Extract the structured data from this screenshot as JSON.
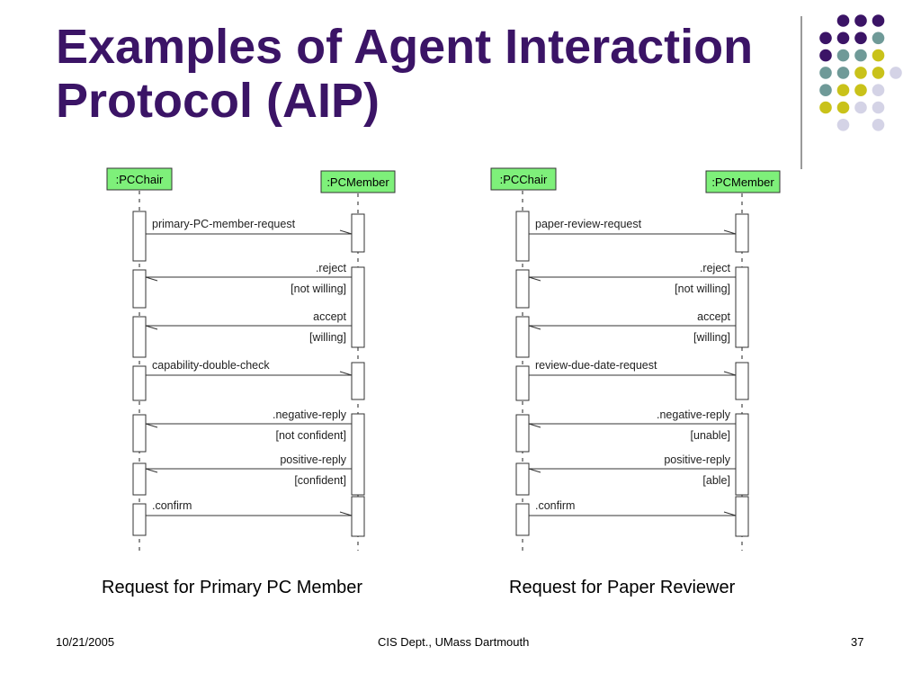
{
  "slide": {
    "title_line1": "Examples of Agent Interaction",
    "title_line2": "Protocol (AIP)",
    "caption_left": "Request for Primary PC Member",
    "caption_right": "Request for Paper Reviewer",
    "footer_date": "10/21/2005",
    "footer_dept": "CIS Dept., UMass Dartmouth",
    "footer_page": "37"
  },
  "colors": {
    "title": "#3b1466",
    "lifeline_header_bg": "#7ef07a",
    "dot_purple": "#3b1466",
    "dot_teal": "#6f9a98",
    "dot_yellow": "#c9c21a",
    "dot_lavender": "#d4d3e6"
  },
  "diagrams": [
    {
      "id": "primary",
      "left_actor": ":PCChair",
      "right_actor": ":PCMember",
      "messages": [
        {
          "text": "primary-PC-member-request",
          "dir": "right"
        },
        {
          "text": ".reject",
          "guard": "[not willing]",
          "dir": "left"
        },
        {
          "text": "accept",
          "guard": "[willing]",
          "dir": "left"
        },
        {
          "text": "capability-double-check",
          "dir": "right"
        },
        {
          "text": ".negative-reply",
          "guard": "[not confident]",
          "dir": "left"
        },
        {
          "text": "positive-reply",
          "guard": "[confident]",
          "dir": "left"
        },
        {
          "text": ".confirm",
          "dir": "right"
        }
      ]
    },
    {
      "id": "reviewer",
      "left_actor": ":PCChair",
      "right_actor": ":PCMember",
      "messages": [
        {
          "text": "paper-review-request",
          "dir": "right"
        },
        {
          "text": ".reject",
          "guard": "[not willing]",
          "dir": "left"
        },
        {
          "text": "accept",
          "guard": "[willing]",
          "dir": "left"
        },
        {
          "text": "review-due-date-request",
          "dir": "right"
        },
        {
          "text": ".negative-reply",
          "guard": "[unable]",
          "dir": "left"
        },
        {
          "text": "positive-reply",
          "guard": "[able]",
          "dir": "left"
        },
        {
          "text": ".confirm",
          "dir": "right"
        }
      ]
    }
  ]
}
